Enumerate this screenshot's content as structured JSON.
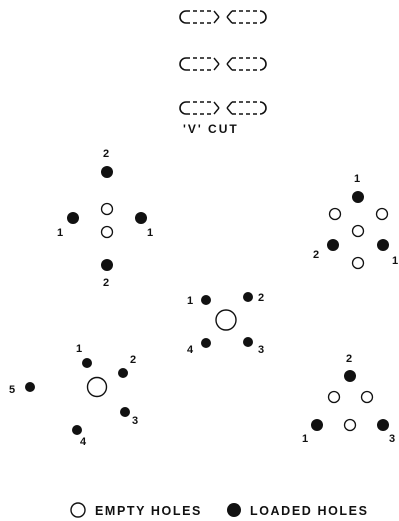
{
  "v_cut": {
    "caption": "'V' CUT"
  },
  "pattern_a": {
    "labels": [
      "2",
      "1",
      "1",
      "2"
    ]
  },
  "pattern_b": {
    "labels": [
      "1",
      "2",
      "1"
    ]
  },
  "pattern_c": {
    "labels": [
      "1",
      "2",
      "4",
      "3"
    ]
  },
  "pattern_d": {
    "labels": [
      "1",
      "2",
      "5",
      "3",
      "4"
    ]
  },
  "pattern_e": {
    "labels": [
      "2",
      "1",
      "3"
    ]
  },
  "legend": {
    "empty": "EMPTY HOLES",
    "loaded": "LOADED HOLES"
  },
  "colors": {
    "ink": "#111111",
    "background": "#ffffff"
  }
}
